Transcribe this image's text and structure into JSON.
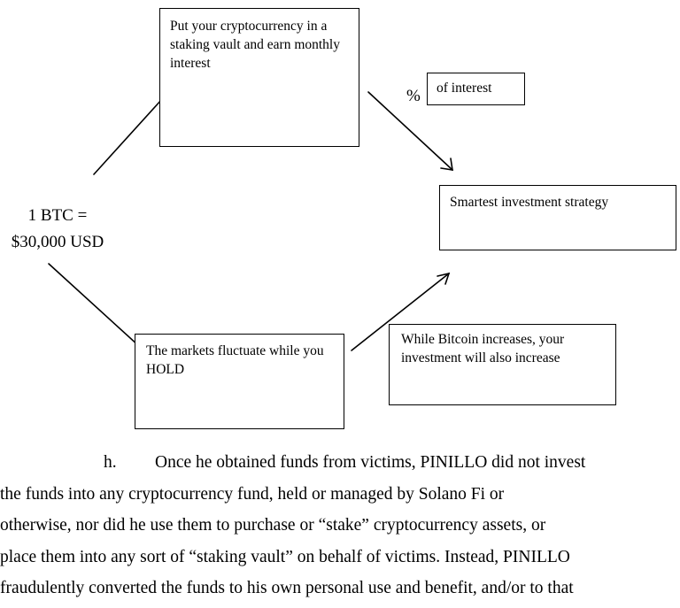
{
  "diagram": {
    "btc_line1": "1 BTC =",
    "btc_line2": "$30,000 USD",
    "top_box": "Put your cryptocurrency in a staking vault and earn monthly interest",
    "percent_symbol": "%",
    "interest_box": "of interest",
    "smartest_box": "Smartest investment strategy",
    "markets_box": "The markets fluctuate while you HOLD",
    "bitcoin_box": "While Bitcoin increases, your investment will also increase"
  },
  "paragraph": {
    "number": "h.",
    "lines": [
      "Once he obtained funds from victims, PINILLO did not invest",
      "the funds into any cryptocurrency fund, held or managed by Solano Fi or",
      "otherwise, nor did he use them to purchase or “stake” cryptocurrency assets, or",
      "place them into any sort of “staking vault” on behalf of victims. Instead, PINILLO",
      "fraudulently converted the funds to his own personal use and benefit, and/or to that"
    ]
  }
}
